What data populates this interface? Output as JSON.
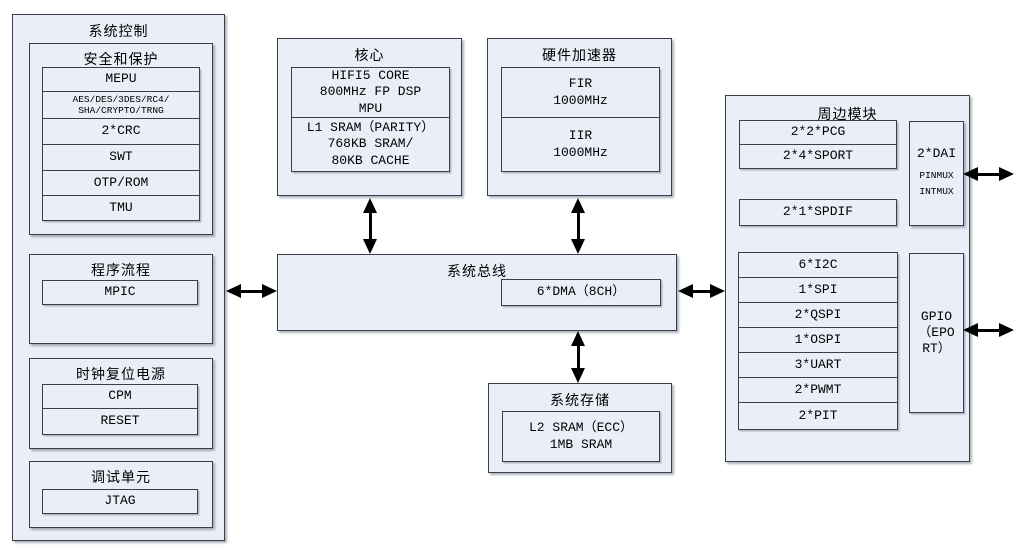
{
  "colors": {
    "box_fill": "#e9eef7",
    "border": "#39404c",
    "arrow": "#000000",
    "background": "#ffffff",
    "text": "#000000"
  },
  "diagram": {
    "system_control": {
      "title": "系统控制",
      "security": {
        "title": "安全和保护",
        "cells": [
          "MEPU",
          "AES/DES/3DES/RC4/\nSHA/CRYPTO/TRNG",
          "2*CRC",
          "SWT",
          "OTP/ROM",
          "TMU"
        ]
      },
      "program_flow": {
        "title": "程序流程",
        "cells": [
          "MPIC"
        ]
      },
      "clock_reset_power": {
        "title": "时钟复位电源",
        "cells": [
          "CPM",
          "RESET"
        ]
      },
      "debug_unit": {
        "title": "调试单元",
        "cells": [
          "JTAG"
        ]
      }
    },
    "core": {
      "title": "核心",
      "cells": [
        "HIFI5 CORE\n800MHz FP DSP\nMPU",
        "L1 SRAM（PARITY）\n768KB SRAM/\n80KB CACHE"
      ]
    },
    "hw_accelerator": {
      "title": "硬件加速器",
      "cells": [
        "FIR\n1000MHz",
        "IIR\n1000MHz"
      ]
    },
    "system_bus": {
      "title": "系统总线",
      "dma": "6*DMA（8CH）"
    },
    "system_storage": {
      "title": "系统存储",
      "cells": [
        "L2 SRAM（ECC）\n1MB SRAM"
      ]
    },
    "peripherals": {
      "title": "周边模块",
      "audio_cells": [
        "2*2*PCG",
        "2*4*SPORT"
      ],
      "spdif": "2*1*SPDIF",
      "dai": {
        "title": "2*DAI",
        "lines": "PINMUX\nINTMUX"
      },
      "io_cells": [
        "6*I2C",
        "1*SPI",
        "2*QSPI",
        "1*OSPI",
        "3*UART",
        "2*PWMT",
        "2*PIT"
      ],
      "gpio": "GPIO\n（EPO\nRT）"
    }
  }
}
